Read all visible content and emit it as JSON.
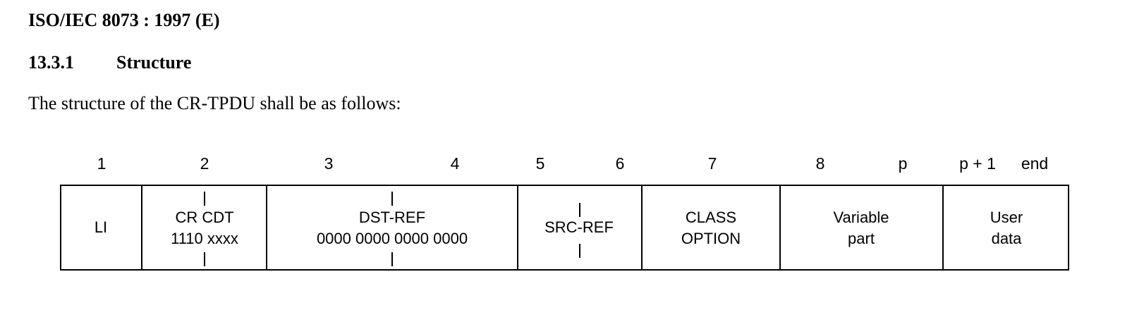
{
  "header": {
    "standard": "ISO/IEC 8073 : 1997 (E)"
  },
  "section": {
    "number": "13.3.1",
    "title": "Structure"
  },
  "body": {
    "text": "The structure of the CR-TPDU shall be as follows:"
  },
  "octets": [
    "1",
    "2",
    "3",
    "4",
    "5",
    "6",
    "7",
    "8",
    "p",
    "p + 1",
    "end"
  ],
  "fields": [
    {
      "line1": "LI",
      "line2": ""
    },
    {
      "line1": "CR CDT",
      "line2": "1110 xxxx"
    },
    {
      "line1": "DST-REF",
      "line2": "0000 0000 0000 0000"
    },
    {
      "line1": "SRC-REF",
      "line2": ""
    },
    {
      "line1": "CLASS",
      "line2": "OPTION"
    },
    {
      "line1": "Variable",
      "line2": "part"
    },
    {
      "line1": "User",
      "line2": "data"
    }
  ]
}
